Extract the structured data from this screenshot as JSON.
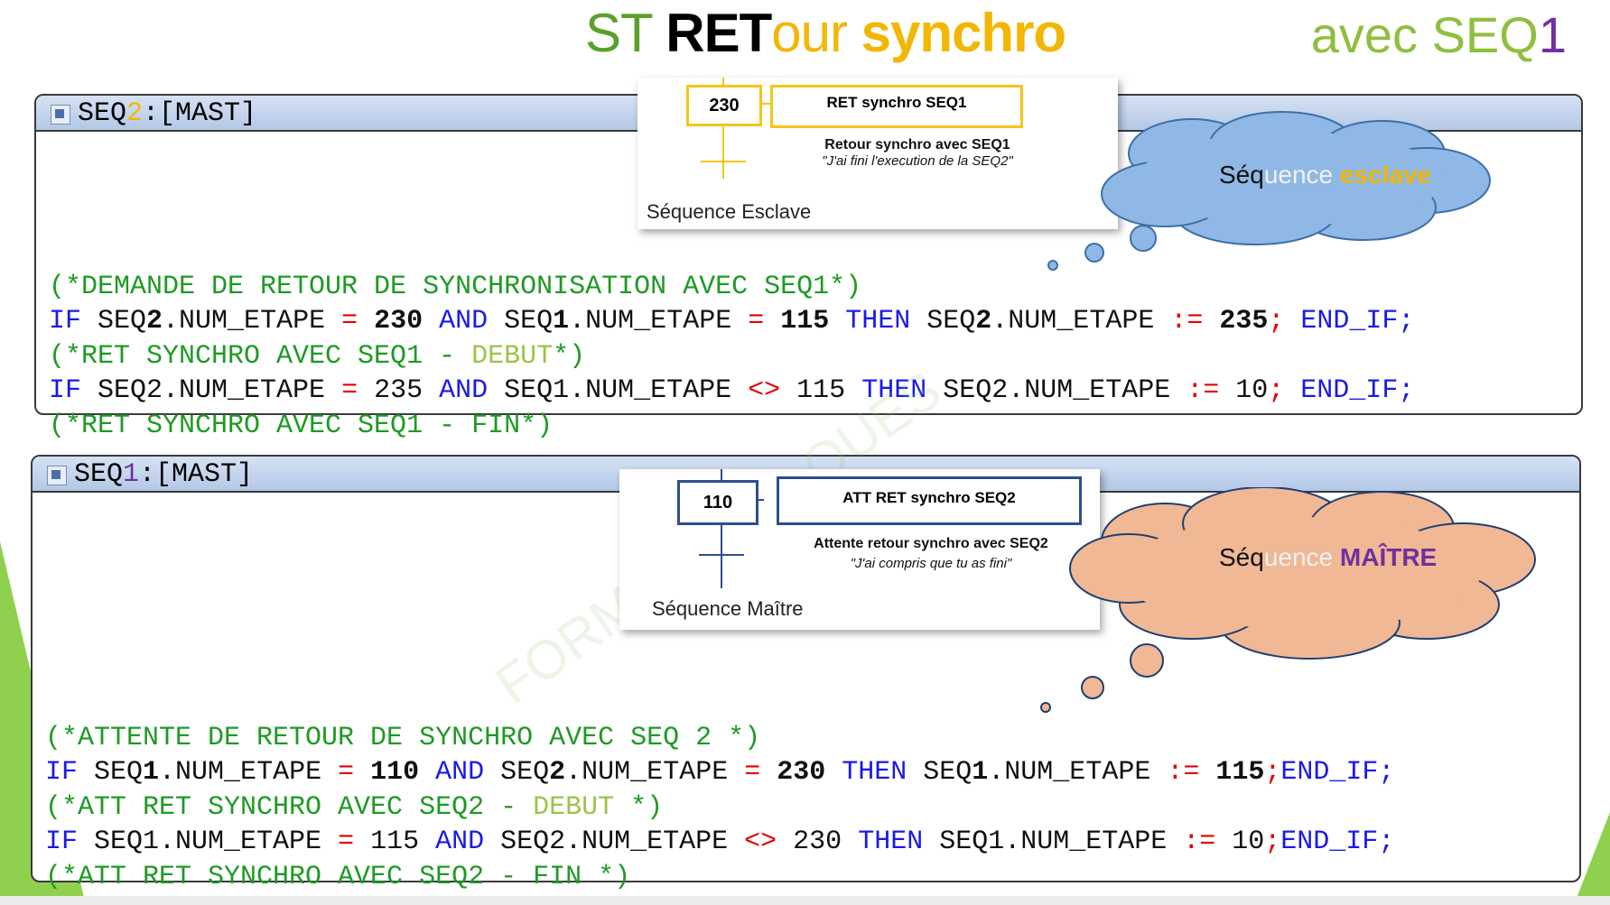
{
  "header": {
    "title_st": "ST",
    "title_ret": "RET",
    "title_our": "our",
    "title_synchro": "synchro",
    "subtitle_prefix": "avec SEQ",
    "subtitle_num": "1"
  },
  "panel_seq2": {
    "title_prefix": "SEQ",
    "title_num": "2",
    "title_suffix": ":[MAST]",
    "code": {
      "l1": "(*DEMANDE DE RETOUR DE SYNCHRONISATION AVEC SEQ1*)",
      "l2_if": "IF",
      "l2_a": " SEQ",
      "l2_b": "2",
      "l2_c": ".NUM_ETAPE ",
      "l2_eq": "=",
      "l2_v1": " 230 ",
      "l2_and": "AND",
      "l2_d": " SEQ",
      "l2_e": "1",
      "l2_f": ".NUM_ETAPE ",
      "l2_eq2": "=",
      "l2_v2": " 115 ",
      "l2_then": "THEN",
      "l2_g": " SEQ",
      "l2_h": "2",
      "l2_i": ".NUM_ETAPE ",
      "l2_assign": ":=",
      "l2_v3": " 235",
      "l2_semi": ";",
      "l2_endif": " END_IF;",
      "l3_a": "(*RET SYNCHRO AVEC SEQ1 - ",
      "l3_debut": "DEBUT",
      "l3_b": "*)",
      "l4_if": "IF",
      "l4_a": " SEQ2.NUM_ETAPE ",
      "l4_eq": "=",
      "l4_v1": " 235 ",
      "l4_and": "AND",
      "l4_b": " SEQ1.NUM_ETAPE ",
      "l4_neq": "<>",
      "l4_v2": " 115 ",
      "l4_then": "THEN",
      "l4_c": " SEQ2.NUM_ETAPE ",
      "l4_assign": ":=",
      "l4_v3": " 10",
      "l4_semi": ";",
      "l4_endif": " END_IF;",
      "l5": "(*RET SYNCHRO AVEC SEQ1 - FIN*)"
    }
  },
  "panel_seq1": {
    "title_prefix": "SEQ",
    "title_num": "1",
    "title_suffix": ":[MAST]",
    "code": {
      "l1": "(*ATTENTE DE RETOUR DE SYNCHRO AVEC SEQ 2 *)",
      "l2_if": "IF",
      "l2_a": " SEQ",
      "l2_b": "1",
      "l2_c": ".NUM_ETAPE ",
      "l2_eq": "=",
      "l2_v1": " 110 ",
      "l2_and": "AND",
      "l2_d": " SEQ",
      "l2_e": "2",
      "l2_f": ".NUM_ETAPE ",
      "l2_eq2": "=",
      "l2_v2": " 230 ",
      "l2_then": "THEN",
      "l2_g": " SEQ",
      "l2_h": "1",
      "l2_i": ".NUM_ETAPE ",
      "l2_assign": ":=",
      "l2_v3": " 115",
      "l2_semi": ";",
      "l2_endif": "END_IF;",
      "l3_a": "(*ATT RET SYNCHRO AVEC SEQ2 - ",
      "l3_debut": "DEBUT",
      "l3_b": " *)",
      "l4_if": "IF",
      "l4_a": " SEQ1.NUM_ETAPE ",
      "l4_eq": "=",
      "l4_v1": " 115 ",
      "l4_and": "AND",
      "l4_b": " SEQ2.NUM_ETAPE ",
      "l4_neq": "<>",
      "l4_v2": " 230 ",
      "l4_then": "THEN",
      "l4_c": " SEQ1.NUM_ETAPE ",
      "l4_assign": ":=",
      "l4_v3": " 10",
      "l4_semi": ";",
      "l4_endif": "END_IF;",
      "l5": "(*ATT RET SYNCHRO AVEC SEQ2 - FIN *)"
    }
  },
  "grafcet_slave": {
    "step": "230",
    "action": "RET synchro SEQ1",
    "transition": "Retour synchro avec SEQ1",
    "transition_note": "\"J'ai fini l'execution de la SEQ2\"",
    "caption": "Séquence Esclave",
    "color": "#f5c518"
  },
  "grafcet_master": {
    "step": "110",
    "action": "ATT RET synchro SEQ2",
    "transition": "Attente retour synchro avec SEQ2",
    "transition_note": "\"J'ai compris que tu as fini\"",
    "caption": "Séquence Maître",
    "color": "#2e4e8f"
  },
  "cloud_slave": {
    "prefix": "Séq",
    "middle": "uence ",
    "emphasis": "esclave",
    "fill": "#8fb8e6"
  },
  "cloud_master": {
    "prefix": "Séq",
    "middle": "uence ",
    "emphasis": "MAÎTRE",
    "fill": "#f0b894"
  },
  "watermark": {
    "text_a": "OUES",
    "text_b": "FORM"
  }
}
